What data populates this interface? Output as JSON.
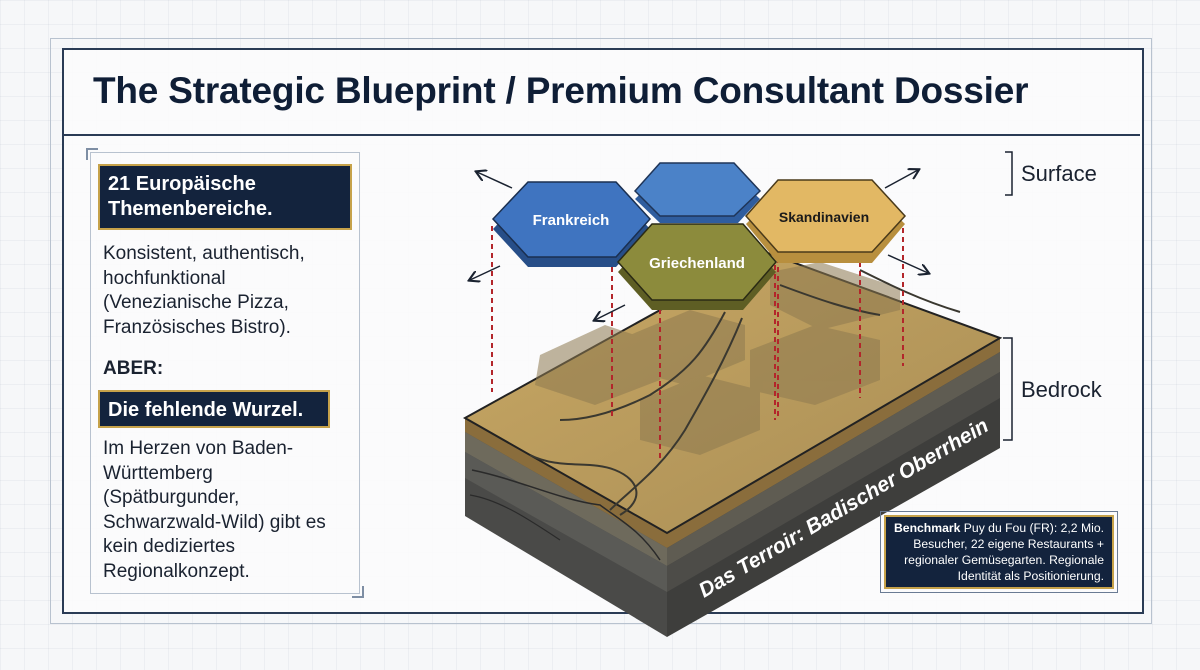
{
  "title": "The Strategic Blueprint / Premium Consultant Dossier",
  "left": {
    "heading1": "21 Europäische Themenbereiche.",
    "text1": "Konsistent, authentisch, hochfunktional (Venezianische Pizza, Französisches Bistro).",
    "aber": "ABER:",
    "heading2": "Die fehlende Wurzel.",
    "text2": "Im Herzen von Baden-Württemberg (Spätburgunder, Schwarzwald-Wild) gibt es kein dediziertes Regionalkonzept."
  },
  "diagram": {
    "hex": {
      "frankreich": "Frankreich",
      "griechenland": "Griechenland",
      "skandinavien": "Skandinavien",
      "blank": ""
    },
    "surface_label": "Surface",
    "bedrock_label": "Bedrock",
    "terroir_label": "Das Terroir: Badischer Oberrhein"
  },
  "benchmark": {
    "label": "Benchmark",
    "text": "Puy du Fou (FR): 2,2 Mio. Besucher, 22 eigene Restaurants + regionaler Gemüsegarten. Regionale Identität als Positionierung."
  },
  "colors": {
    "navy": "#13233d",
    "gold": "#c6a24a",
    "blue_hex": "#3f74c0",
    "olive_hex": "#8a8a3a",
    "yellow_hex": "#e0b660"
  }
}
